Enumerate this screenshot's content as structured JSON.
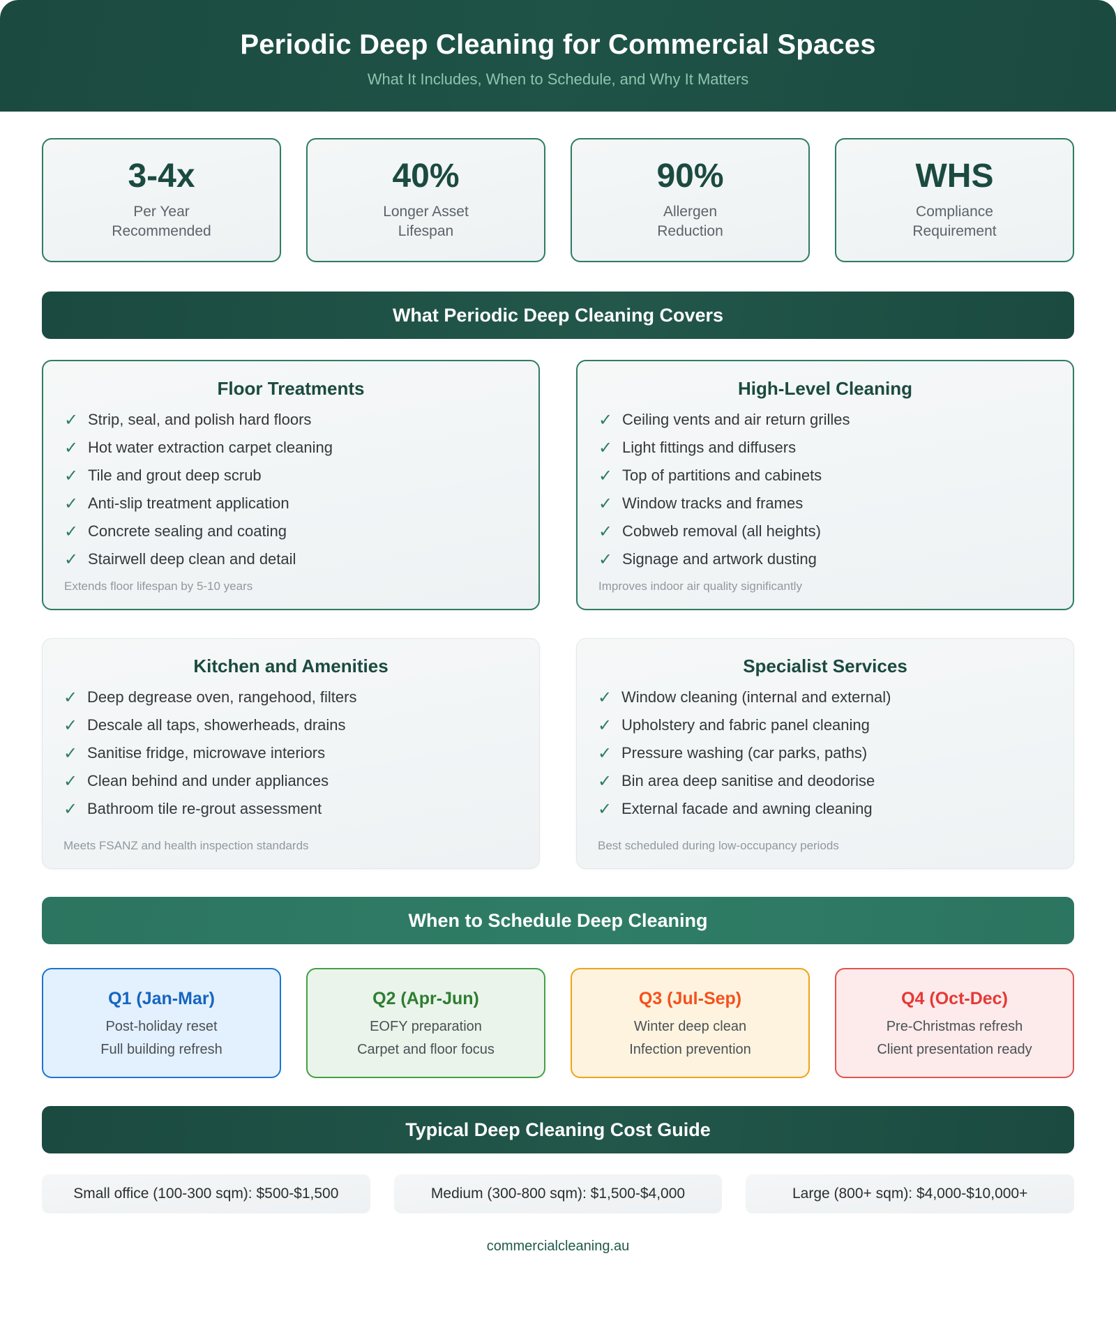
{
  "header": {
    "title": "Periodic Deep Cleaning for Commercial Spaces",
    "subtitle": "What It Includes, When to Schedule, and Why It Matters"
  },
  "stats": [
    {
      "value": "3-4x",
      "line1": "Per Year",
      "line2": "Recommended"
    },
    {
      "value": "40%",
      "line1": "Longer Asset",
      "line2": "Lifespan"
    },
    {
      "value": "90%",
      "line1": "Allergen",
      "line2": "Reduction"
    },
    {
      "value": "WHS",
      "line1": "Compliance",
      "line2": "Requirement"
    }
  ],
  "banners": {
    "covers": "What Periodic Deep Cleaning Covers",
    "schedule": "When to Schedule Deep Cleaning",
    "cost": "Typical Deep Cleaning Cost Guide"
  },
  "check_glyph": "✓",
  "cards": [
    {
      "title": "Floor Treatments",
      "items": [
        "Strip, seal, and polish hard floors",
        "Hot water extraction carpet cleaning",
        "Tile and grout deep scrub",
        "Anti-slip treatment application",
        "Concrete sealing and coating",
        "Stairwell deep clean and detail"
      ],
      "note": "Extends floor lifespan by 5-10 years"
    },
    {
      "title": "High-Level Cleaning",
      "items": [
        "Ceiling vents and air return grilles",
        "Light fittings and diffusers",
        "Top of partitions and cabinets",
        "Window tracks and frames",
        "Cobweb removal (all heights)",
        "Signage and artwork dusting"
      ],
      "note": "Improves indoor air quality significantly"
    },
    {
      "title": "Kitchen and Amenities",
      "items": [
        "Deep degrease oven, rangehood, filters",
        "Descale all taps, showerheads, drains",
        "Sanitise fridge, microwave interiors",
        "Clean behind and under appliances",
        "Bathroom tile re-grout assessment"
      ],
      "note": "Meets FSANZ and health inspection standards"
    },
    {
      "title": "Specialist Services",
      "items": [
        "Window cleaning (internal and external)",
        "Upholstery and fabric panel cleaning",
        "Pressure washing (car parks, paths)",
        "Bin area deep sanitise and deodorise",
        "External facade and awning cleaning"
      ],
      "note": "Best scheduled during low-occupancy periods"
    }
  ],
  "quarters": [
    {
      "title": "Q1 (Jan-Mar)",
      "line1": "Post-holiday reset",
      "line2": "Full building refresh",
      "border": "#1976d2",
      "fill": "#e3f0fd",
      "title_color": "#1565c0"
    },
    {
      "title": "Q2 (Apr-Jun)",
      "line1": "EOFY preparation",
      "line2": "Carpet and floor focus",
      "border": "#43a047",
      "fill": "#eaf4ea",
      "title_color": "#2e7d32"
    },
    {
      "title": "Q3 (Jul-Sep)",
      "line1": "Winter deep clean",
      "line2": "Infection prevention",
      "border": "#f0a319",
      "fill": "#fdf3de",
      "title_color": "#f4511e"
    },
    {
      "title": "Q4 (Oct-Dec)",
      "line1": "Pre-Christmas refresh",
      "line2": "Client presentation ready",
      "border": "#e05252",
      "fill": "#fdeaea",
      "title_color": "#e53935"
    }
  ],
  "costs": [
    "Small office (100-300 sqm): $500-$1,500",
    "Medium (300-800 sqm): $1,500-$4,000",
    "Large (800+ sqm): $4,000-$10,000+"
  ],
  "footer": "commercialcleaning.au",
  "colors": {
    "brand_dark": "#1b4a40",
    "brand_mid": "#2c7560",
    "check_green": "#2e7d5f",
    "body_text": "#33383c",
    "muted": "#9099a0"
  }
}
